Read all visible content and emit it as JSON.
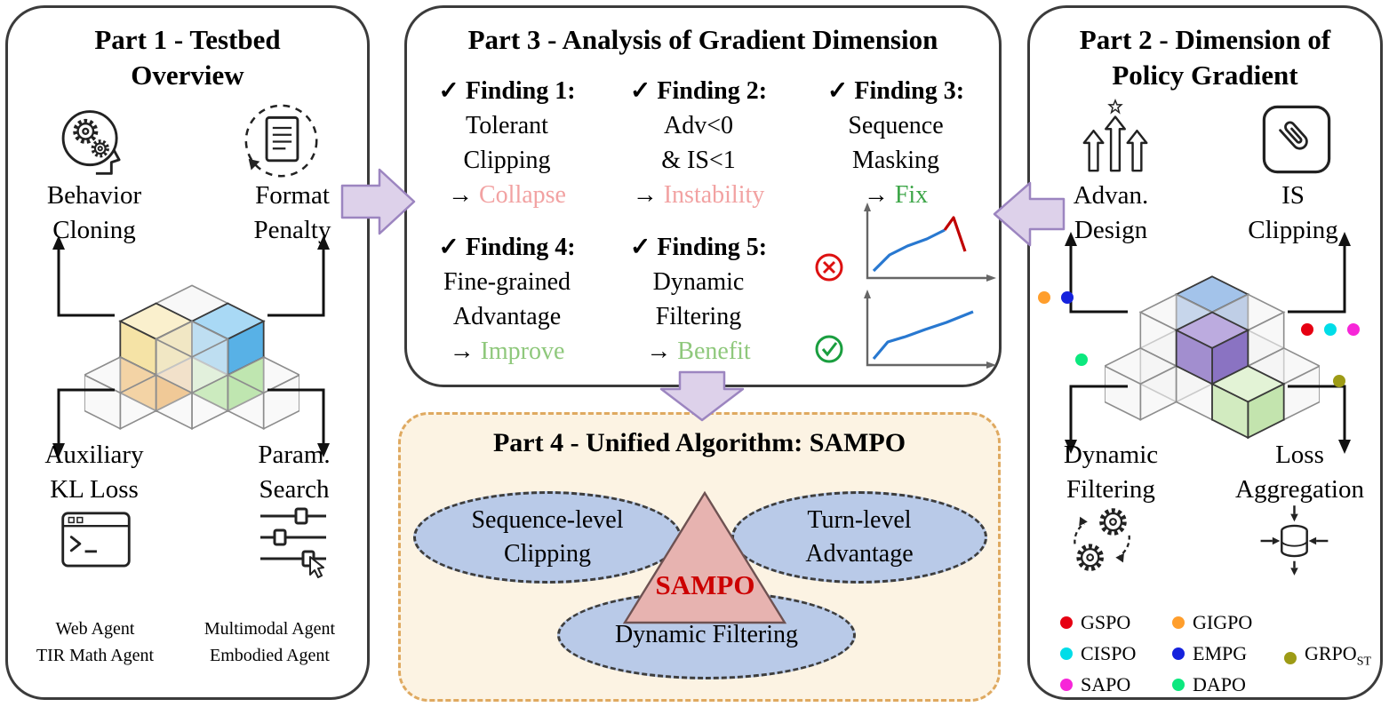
{
  "colors": {
    "panel_border": "#3b3b3b",
    "arrow_fill": "#ddd1ea",
    "arrow_border": "#9c85c0",
    "part4_bg": "#fcf3e3",
    "part4_border": "#dfa960",
    "ellipse_fill": "#b9cae8",
    "triangle_fill": "#e7b3b0",
    "sampo_red": "#cc0000",
    "chart_blue": "#2878d0",
    "chart_bad_red": "#c00000",
    "mark_red": "#dd1111",
    "mark_green": "#1a9e3f"
  },
  "part1": {
    "title": [
      "Part 1 - Testbed",
      "Overview"
    ],
    "top_left": [
      "Behavior",
      "Cloning"
    ],
    "top_right": [
      "Format",
      "Penalty"
    ],
    "bottom_left": [
      "Auxiliary",
      "KL Loss"
    ],
    "bottom_right": [
      "Param.",
      "Search"
    ],
    "footer_left": [
      "Web Agent",
      "TIR Math Agent"
    ],
    "footer_right": [
      "Multimodal Agent",
      "Embodied Agent"
    ]
  },
  "part2": {
    "title": [
      "Part 2 - Dimension of",
      "Policy Gradient"
    ],
    "top_left": [
      "Advan.",
      "Design"
    ],
    "top_right": [
      "IS",
      "Clipping"
    ],
    "bottom_left": [
      "Dynamic",
      "Filtering"
    ],
    "bottom_right": [
      "Loss",
      "Aggregation"
    ],
    "legend": [
      {
        "label": "GSPO",
        "color": "#e60012"
      },
      {
        "label": "CISPO",
        "color": "#00dde8"
      },
      {
        "label": "SAPO",
        "color": "#f726d8"
      },
      {
        "label": "GIGPO",
        "color": "#ff9e2c"
      },
      {
        "label": "EMPG",
        "color": "#1522dd"
      },
      {
        "label": "DAPO",
        "color": "#0ce87e"
      },
      {
        "label": "GRPO",
        "sub": "ST",
        "color": "#9d9b16"
      }
    ]
  },
  "part3": {
    "title": "Part 3 - Analysis of Gradient Dimension",
    "findings": [
      {
        "head": "✓ Finding 1:",
        "lines": [
          "Tolerant",
          "Clipping"
        ],
        "arrow": "→",
        "result": "Collapse",
        "result_color": "#f2a2a2"
      },
      {
        "head": "✓ Finding 2:",
        "lines": [
          "Adv<0",
          "& IS<1"
        ],
        "arrow": "→",
        "result": "Instability",
        "result_color": "#f2a2a2"
      },
      {
        "head": "✓ Finding 3:",
        "lines": [
          "Sequence",
          "Masking"
        ],
        "arrow": "→",
        "result": "Fix",
        "result_color": "#3da648"
      },
      {
        "head": "✓ Finding 4:",
        "lines": [
          "Fine-grained",
          "Advantage"
        ],
        "arrow": "→",
        "result": "Improve",
        "result_color": "#8fc87c"
      },
      {
        "head": "✓ Finding 5:",
        "lines": [
          "Dynamic",
          "Filtering"
        ],
        "arrow": "→",
        "result": "Benefit",
        "result_color": "#8fc87c"
      }
    ],
    "chart_marks": {
      "bad": "✗",
      "good": "✓"
    }
  },
  "part4": {
    "title": "Part 4 - Unified Algorithm: SAMPO",
    "ellipse_left": [
      "Sequence-level",
      "Clipping"
    ],
    "ellipse_right": [
      "Turn-level",
      "Advantage"
    ],
    "ellipse_bottom": "Dynamic Filtering",
    "triangle_label": "SAMPO"
  }
}
